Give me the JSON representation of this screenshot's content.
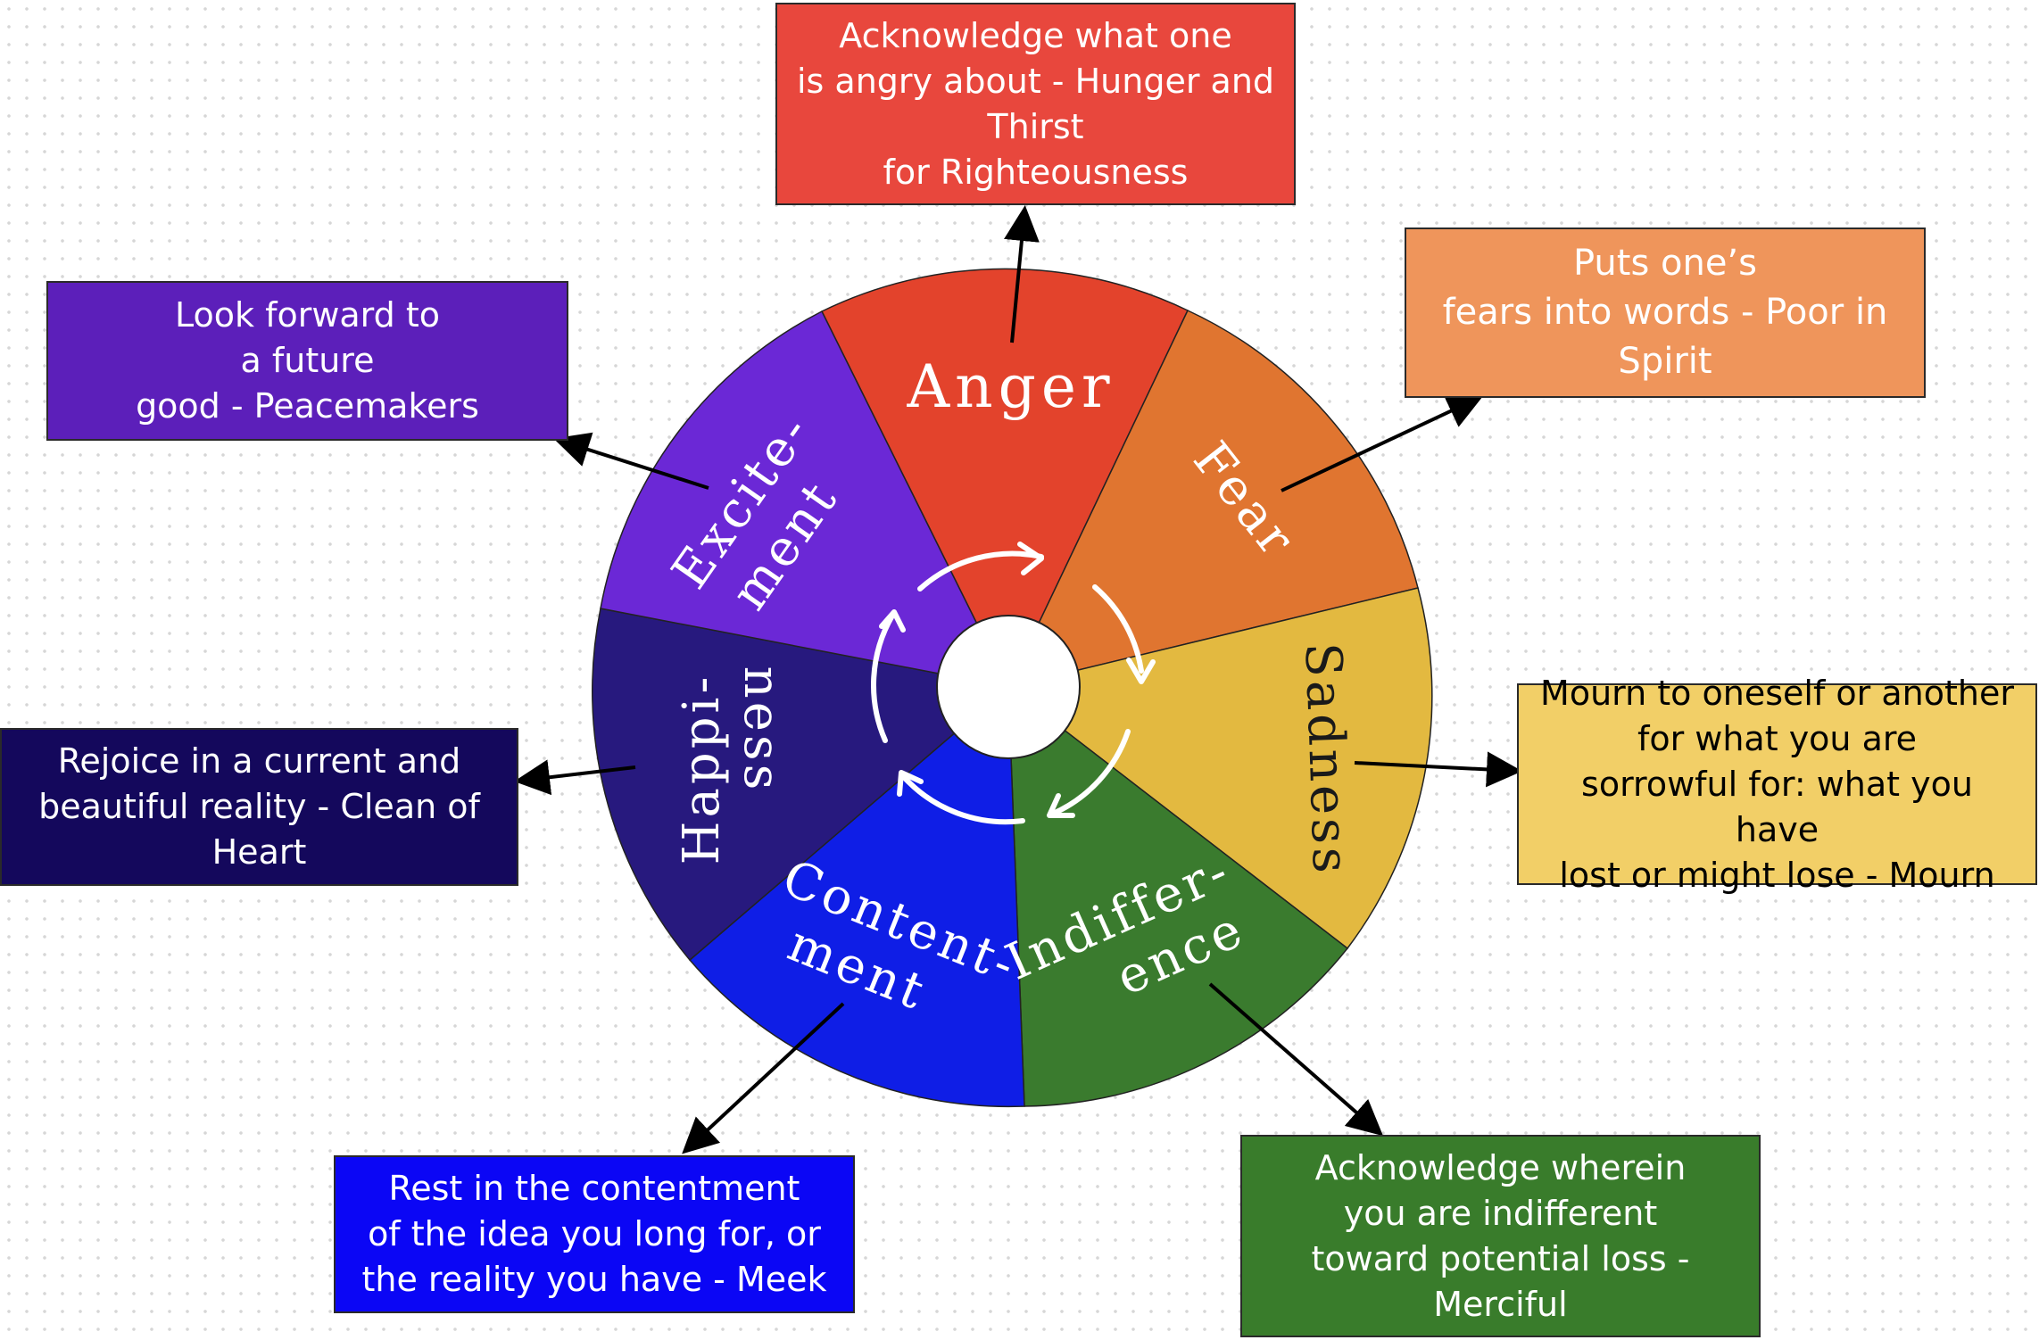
{
  "wheel": {
    "segments": [
      {
        "name": "anger",
        "label_lines": [
          "Anger"
        ],
        "color": "#e3432c"
      },
      {
        "name": "fear",
        "label_lines": [
          "Fear"
        ],
        "color": "#e07530"
      },
      {
        "name": "sadness",
        "label_lines": [
          "Sadness"
        ],
        "color": "#e3b940"
      },
      {
        "name": "indifference",
        "label_lines": [
          "Indiffer-",
          "ence"
        ],
        "color": "#3a7b2e"
      },
      {
        "name": "contentment",
        "label_lines": [
          "Content-",
          "ment"
        ],
        "color": "#0f1ee6"
      },
      {
        "name": "happiness",
        "label_lines": [
          "Happi-",
          "ness"
        ],
        "color": "#27197e"
      },
      {
        "name": "excitement",
        "label_lines": [
          "Excite-",
          "ment"
        ],
        "color": "#6b28d6"
      }
    ]
  },
  "boxes": {
    "anger": {
      "text": "Acknowledge what one\nis angry about - Hunger and\nThirst\nfor Righteousness",
      "color": "#e8473d"
    },
    "fear": {
      "text": "Puts one’s\nfears into words - Poor in\nSpirit",
      "color": "#ef955b"
    },
    "sadness": {
      "text": "Mourn to oneself or another\nfor what you are\nsorrowful for: what you have\nlost or might lose - Mourn",
      "color": "#f2cf67"
    },
    "indifference": {
      "text": "Acknowledge wherein\nyou are indifferent\ntoward potential loss -\nMerciful",
      "color": "#397c2b"
    },
    "contentment": {
      "text": "Rest in the contentment\nof the idea you long for, or\nthe reality you have - Meek",
      "color": "#0b06f5"
    },
    "happiness": {
      "text": "Rejoice in a current and\nbeautiful reality - Clean of\nHeart",
      "color": "#14085c"
    },
    "excitement": {
      "text": "Look forward to\na future\ngood - Peacemakers",
      "color": "#5c1fba"
    }
  }
}
